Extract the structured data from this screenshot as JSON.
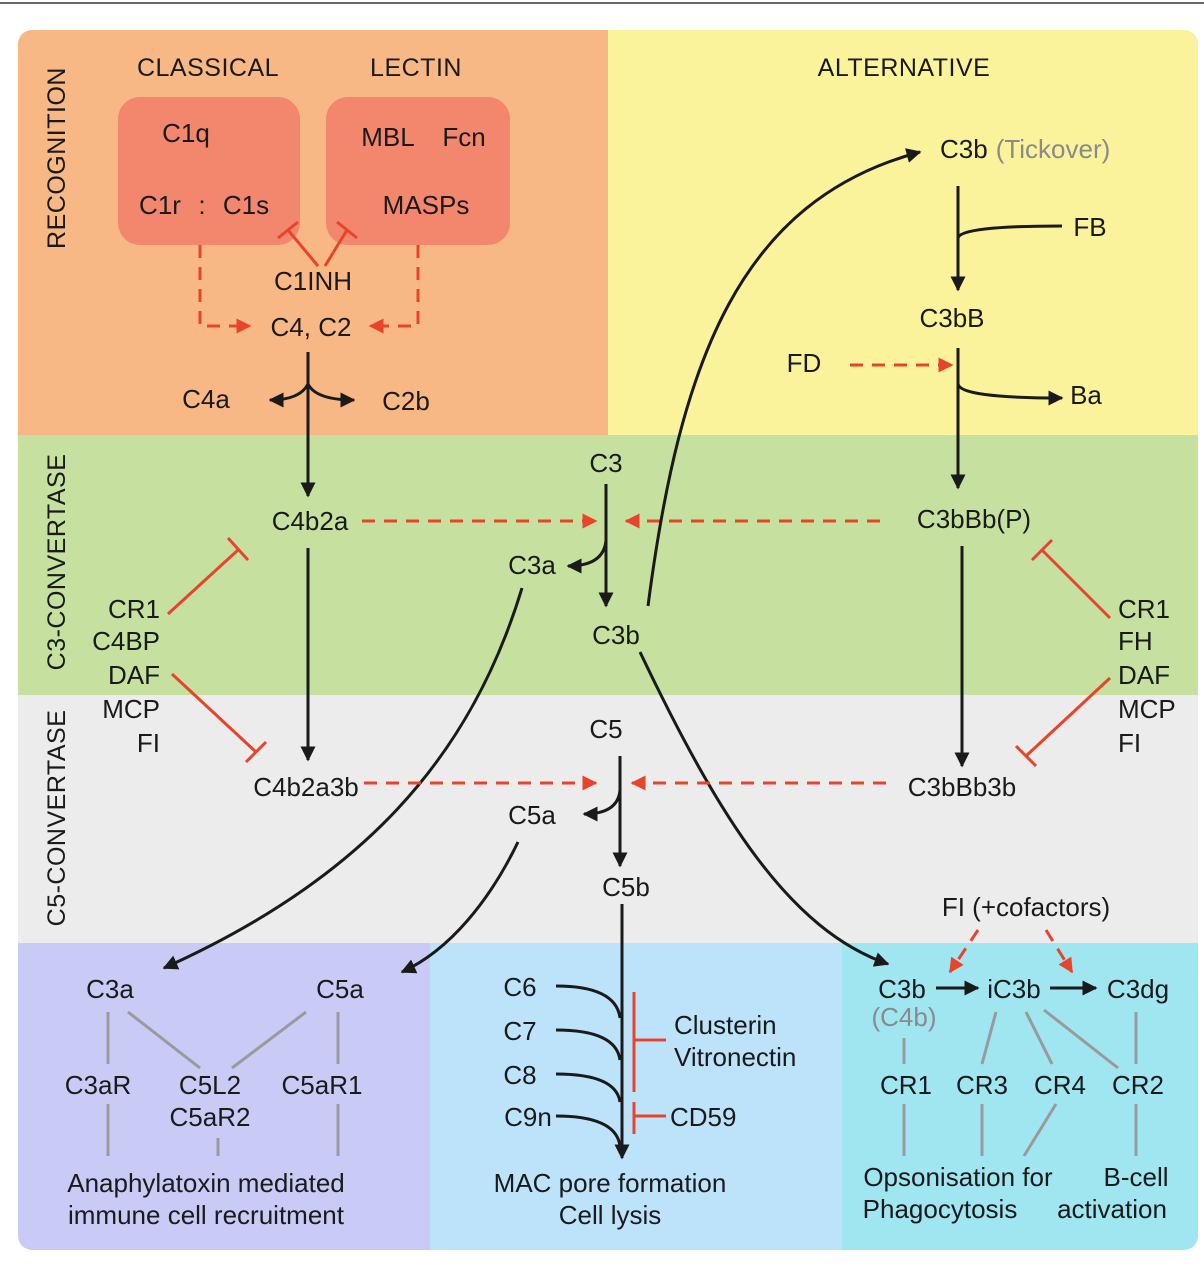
{
  "sections": {
    "recognition": "RECOGNITION",
    "c3_convertase": "C3-CONVERTASE",
    "c5_convertase": "C5-CONVERTASE"
  },
  "pathways": {
    "classical": "CLASSICAL",
    "lectin": "LECTIN",
    "alternative": "ALTERNATIVE"
  },
  "classical_box": {
    "c1q": "C1q",
    "c1r": "C1r",
    "colon": ":",
    "c1s": "C1s"
  },
  "lectin_box": {
    "mbl": "MBL",
    "fcn": "Fcn",
    "masps": "MASPs"
  },
  "recognition": {
    "c1inh": "C1INH",
    "c4c2": "C4, C2",
    "c4a": "C4a",
    "c2b": "C2b"
  },
  "alternative": {
    "c3b": "C3b",
    "tickover": "(Tickover)",
    "fb": "FB",
    "c3bb": "C3bB",
    "fd": "FD",
    "ba": "Ba",
    "c3bbbp": "C3bBb(P)",
    "c3bbb3b": "C3bBb3b"
  },
  "c3_stage": {
    "c3": "C3",
    "c4b2a": "C4b2a",
    "c3a": "C3a",
    "c3b": "C3b"
  },
  "c5_stage": {
    "c5": "C5",
    "c4b2a3b": "C4b2a3b",
    "c5a": "C5a",
    "c5b": "C5b"
  },
  "regulators_left": [
    "CR1",
    "C4BP",
    "DAF",
    "MCP",
    "FI"
  ],
  "regulators_right": [
    "CR1",
    "FH",
    "DAF",
    "MCP",
    "FI"
  ],
  "anaphylatoxin": {
    "c3a": "C3a",
    "c5a": "C5a",
    "c3ar": "C3aR",
    "c5l2": "C5L2",
    "c5ar2": "C5aR2",
    "c5ar1": "C5aR1",
    "outcome_line1": "Anaphylatoxin mediated",
    "outcome_line2": "immune cell recruitment"
  },
  "mac": {
    "c6": "C6",
    "c7": "C7",
    "c8": "C8",
    "c9n": "C9n",
    "clusterin": "Clusterin",
    "vitronectin": "Vitronectin",
    "cd59": "CD59",
    "outcome_line1": "MAC pore formation",
    "outcome_line2": "Cell lysis"
  },
  "opsonisation": {
    "fi_cofactors": "FI (+cofactors)",
    "c3b": "C3b",
    "c4b": "(C4b)",
    "ic3b": "iC3b",
    "c3dg": "C3dg",
    "cr1": "CR1",
    "cr3": "CR3",
    "cr4": "CR4",
    "cr2": "CR2",
    "outcome_a_line1": "Opsonisation for",
    "outcome_a_line2": "Phagocytosis",
    "outcome_b_line1": "B-cell",
    "outcome_b_line2": "activation"
  },
  "colors": {
    "recognition_bg": "#f7b885",
    "alternative_bg": "#fbf39b",
    "c3_convertase_bg": "#c6e19f",
    "c5_convertase_bg": "#ececec",
    "anaphylatoxin_bg": "#c9cbf6",
    "mac_bg": "#bde3fb",
    "opsonisation_bg": "#9fe6f1",
    "recognition_box": "#f2876d",
    "inhibitor_red": "#e8442c",
    "flow_black": "#1a1a1a",
    "link_grey": "#9a9a9a"
  }
}
